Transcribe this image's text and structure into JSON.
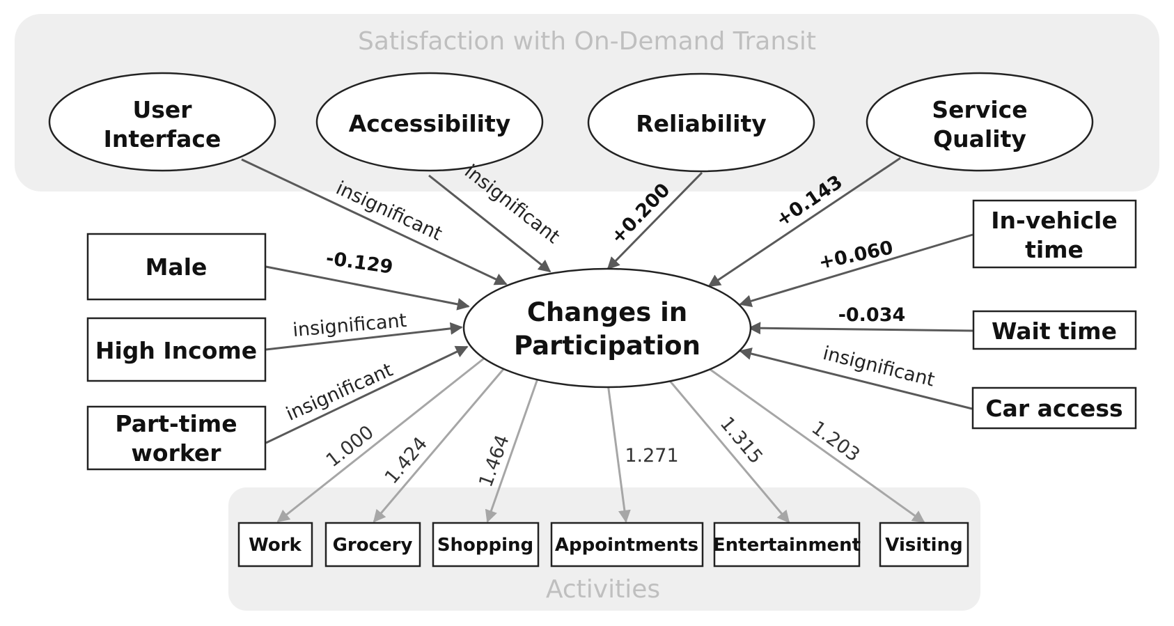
{
  "groups": {
    "satisfaction": "Satisfaction with On-Demand Transit",
    "activities": "Activities"
  },
  "center": {
    "line1": "Changes in",
    "line2": "Participation"
  },
  "satisfaction": [
    {
      "id": "user-interface",
      "lines": [
        "User",
        "Interface"
      ],
      "coef": "insignificant",
      "bold": false
    },
    {
      "id": "accessibility",
      "lines": [
        "Accessibility"
      ],
      "coef": "insignificant",
      "bold": false
    },
    {
      "id": "reliability",
      "lines": [
        "Reliability"
      ],
      "coef": "+0.200",
      "bold": true
    },
    {
      "id": "service-quality",
      "lines": [
        "Service",
        "Quality"
      ],
      "coef": "+0.143",
      "bold": true
    }
  ],
  "left_predictors": [
    {
      "id": "male",
      "lines": [
        "Male"
      ],
      "coef": "-0.129",
      "bold": true
    },
    {
      "id": "high-income",
      "lines": [
        "High Income"
      ],
      "coef": "insignificant",
      "bold": false
    },
    {
      "id": "part-time-worker",
      "lines": [
        "Part-time",
        "worker"
      ],
      "coef": "insignificant",
      "bold": false
    }
  ],
  "right_predictors": [
    {
      "id": "in-vehicle-time",
      "lines": [
        "In-vehicle",
        "time"
      ],
      "coef": "+0.060",
      "bold": true
    },
    {
      "id": "wait-time",
      "lines": [
        "Wait time"
      ],
      "coef": "-0.034",
      "bold": true
    },
    {
      "id": "car-access",
      "lines": [
        "Car access"
      ],
      "coef": "insignificant",
      "bold": false
    }
  ],
  "activities": [
    {
      "id": "work",
      "label": "Work",
      "loading": "1.000"
    },
    {
      "id": "grocery",
      "label": "Grocery",
      "loading": "1.424"
    },
    {
      "id": "shopping",
      "label": "Shopping",
      "loading": "1.464"
    },
    {
      "id": "appointments",
      "label": "Appointments",
      "loading": "1.271"
    },
    {
      "id": "entertainment",
      "label": "Entertainment",
      "loading": "1.315"
    },
    {
      "id": "visiting",
      "label": "Visiting",
      "loading": "1.203"
    }
  ],
  "colors": {
    "group_panel": "#efefef",
    "arrow_dark": "#595959",
    "arrow_light": "#a6a6a6",
    "group_title": "#bfbfbf"
  }
}
